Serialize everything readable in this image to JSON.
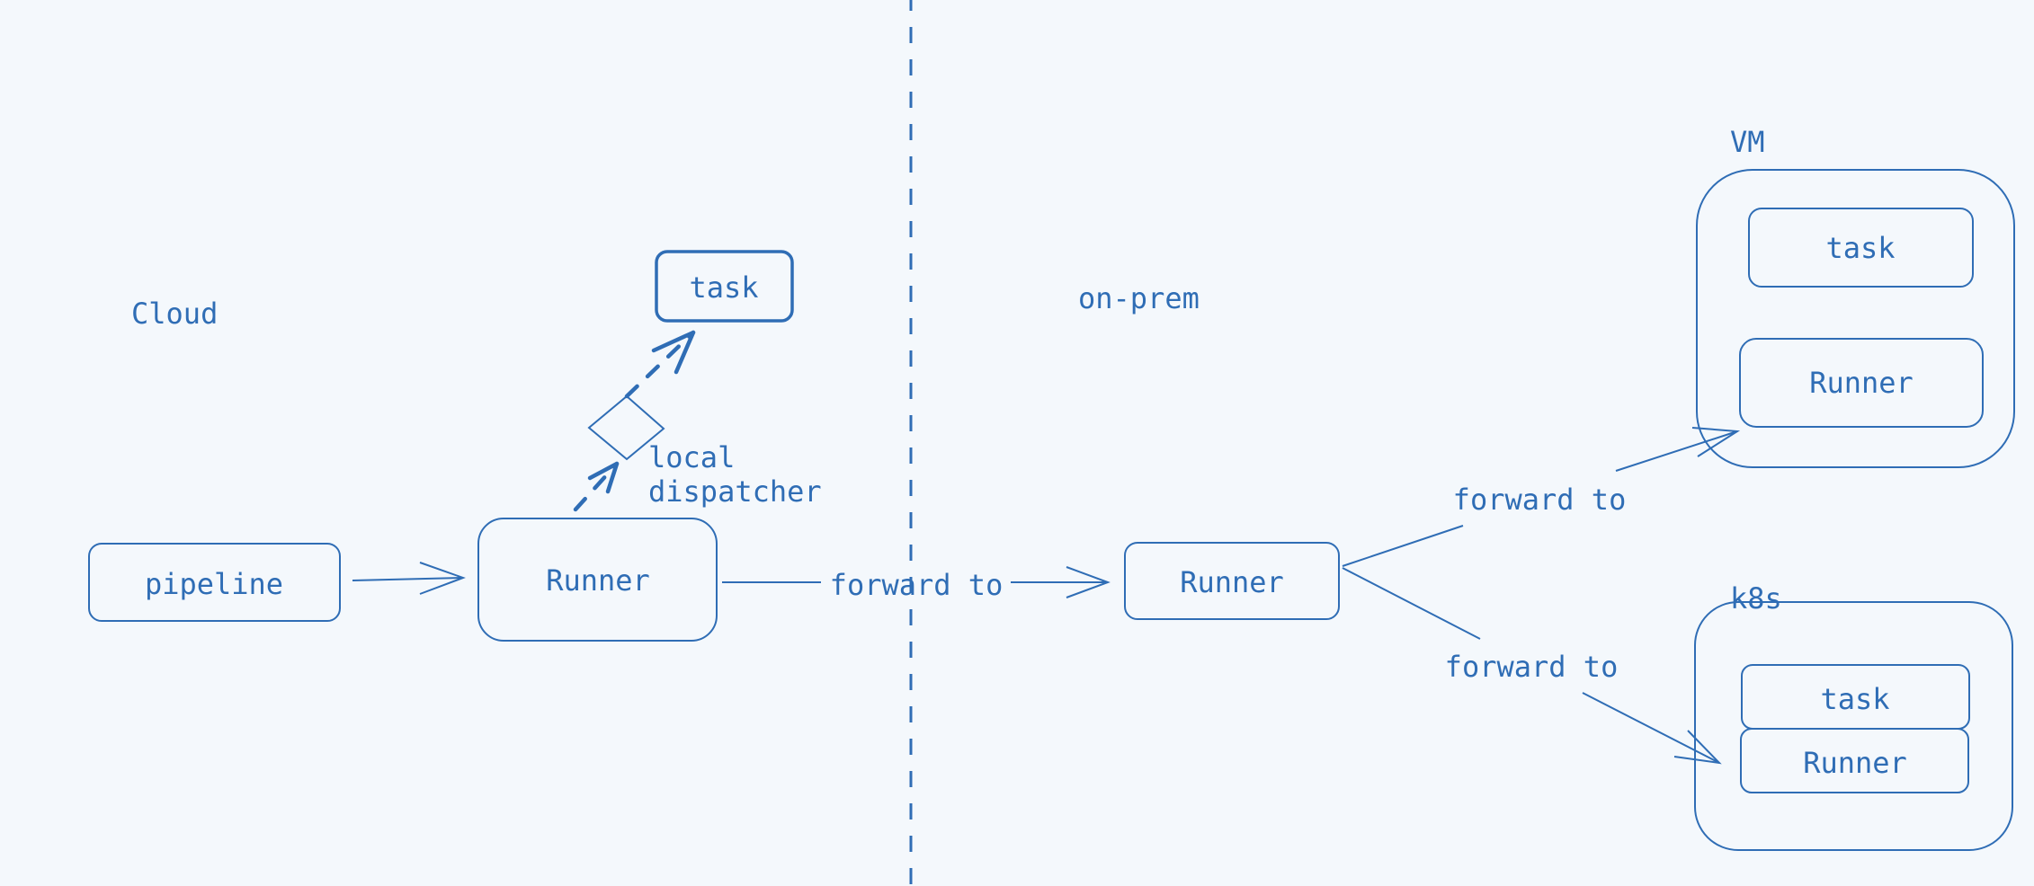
{
  "zones": {
    "cloud_label": "Cloud",
    "onprem_label": "on-prem"
  },
  "nodes": {
    "pipeline": "pipeline",
    "cloud_runner": "Runner",
    "cloud_task": "task",
    "dispatcher_label_line1": "local",
    "dispatcher_label_line2": "dispatcher",
    "onprem_runner": "Runner",
    "vm_label": "VM",
    "vm_task": "task",
    "vm_runner": "Runner",
    "k8s_label": "k8s",
    "k8s_task": "task",
    "k8s_runner": "Runner"
  },
  "edges": {
    "cloud_to_onprem": "forward to",
    "onprem_to_vm": "forward to",
    "onprem_to_k8s": "forward to"
  },
  "colors": {
    "stroke": "#2f6db5",
    "background": "#f4f8fc"
  }
}
